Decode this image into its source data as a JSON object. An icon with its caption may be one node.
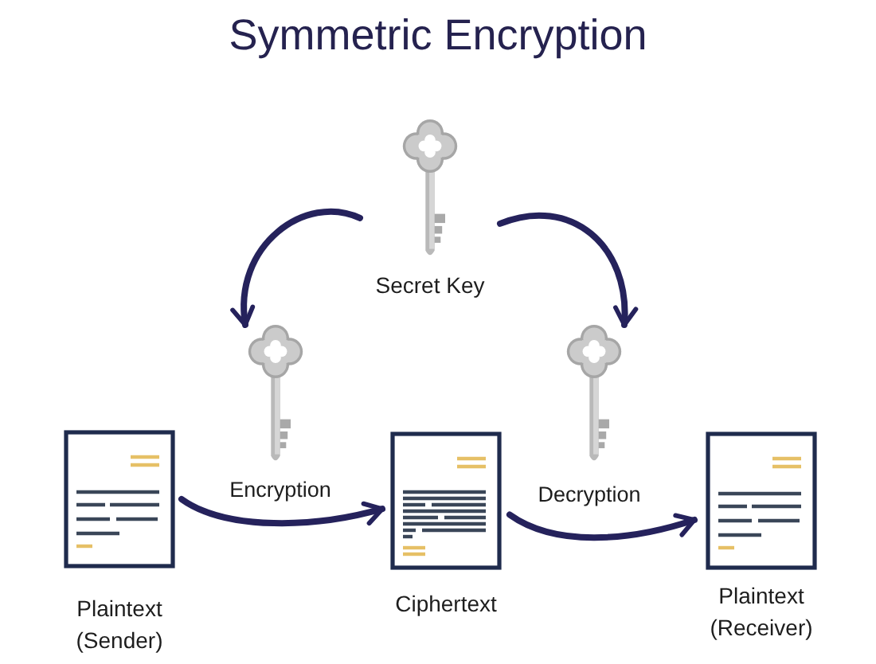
{
  "diagram": {
    "title": "Symmetric Encryption",
    "nodes": [
      {
        "text": [
          "Secret Key"
        ]
      },
      {
        "text": [],
        "shape": "picture"
      },
      {
        "text": [],
        "shape": "picture"
      },
      {
        "text": [
          "Plaintext (Sender)"
        ]
      },
      {
        "text": [
          "Ciphertext"
        ]
      },
      {
        "text": [
          "Plaintext (Receiver)"
        ]
      }
    ],
    "edges": [
      {
        "from": 0,
        "to": 1,
        "arrow": "to"
      },
      {
        "from": 0,
        "to": 2,
        "arrow": "to"
      },
      {
        "from": 3,
        "to": 4,
        "arrow": "to",
        "label": "Encryption"
      },
      {
        "from": 4,
        "to": 5,
        "arrow": "to",
        "label": "Decryption"
      }
    ]
  }
}
